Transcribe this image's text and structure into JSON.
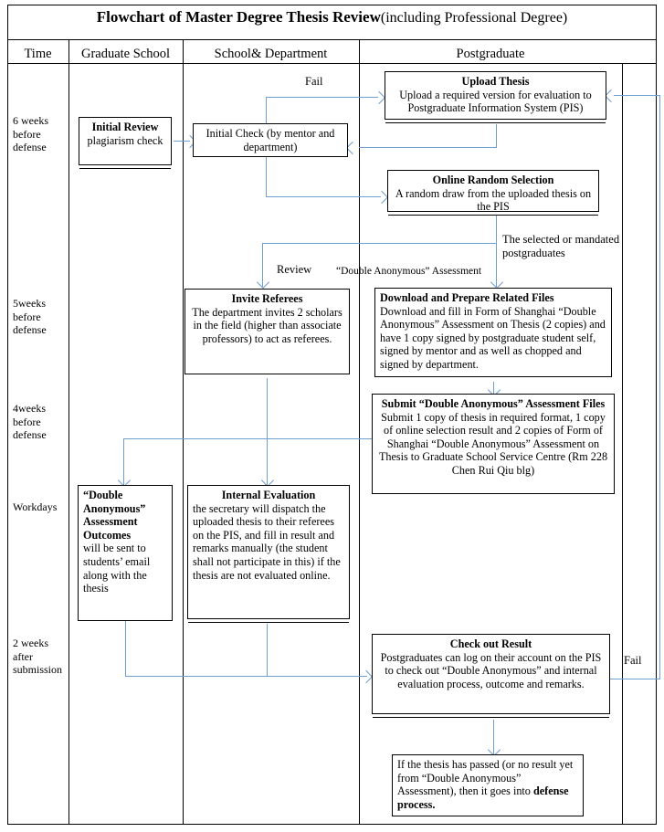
{
  "title": {
    "main": "Flowchart of Master Degree Thesis Review",
    "suffix": "(including Professional Degree)"
  },
  "columns": [
    {
      "key": "time",
      "label": "Time"
    },
    {
      "key": "graduate_school",
      "label": "Graduate School"
    },
    {
      "key": "school_department",
      "label": "School& Department"
    },
    {
      "key": "postgraduate",
      "label": "Postgraduate"
    }
  ],
  "time_labels": [
    {
      "id": "t1",
      "text": "6 weeks before defense"
    },
    {
      "id": "t2",
      "text": "5weeks before defense"
    },
    {
      "id": "t3",
      "text": "4weeks before defense"
    },
    {
      "id": "t4",
      "text": "Workdays"
    },
    {
      "id": "t5",
      "text": "2 weeks after submission"
    }
  ],
  "boxes": {
    "initial_review": {
      "title": "Initial Review",
      "body": "plagiarism check"
    },
    "initial_check": {
      "title": "",
      "body": "Initial Check (by mentor and department)"
    },
    "upload_thesis": {
      "title": "Upload Thesis",
      "body": "Upload a required version for evaluation to Postgraduate Information System (PIS)"
    },
    "online_random_selection": {
      "title": "Online Random Selection",
      "body": "A random draw from the uploaded thesis on the PIS"
    },
    "invite_referees": {
      "title": "Invite Referees",
      "body": "The department invites 2 scholars in the field (higher than associate professors) to act as referees."
    },
    "download_prepare": {
      "title": "Download and Prepare Related Files",
      "body": "Download and fill in Form of Shanghai “Double Anonymous” Assessment on Thesis (2 copies) and have 1 copy signed by postgraduate student self, signed by mentor and as well as chopped and signed by department."
    },
    "submit_files": {
      "title": "Submit “Double Anonymous” Assessment Files",
      "body": "Submit 1 copy of thesis in required format, 1 copy of online selection result and 2 copies of Form of Shanghai “Double Anonymous” Assessment on Thesis to Graduate School Service Centre (Rm 228 Chen Rui Qiu blg)"
    },
    "assessment_outcomes": {
      "title": "“Double Anonymous” Assessment Outcomes",
      "body": "will be sent to students’ email along with the thesis"
    },
    "internal_evaluation": {
      "title": "Internal Evaluation",
      "body": "the secretary will dispatch the uploaded thesis to their referees on the PIS, and fill in result and remarks manually (the student shall not participate in this) if the thesis are not evaluated online."
    },
    "check_out_result": {
      "title": "Check out Result",
      "body": "Postgraduates can log on their account on the PIS to check out “Double Anonymous” and internal evaluation process, outcome and remarks."
    },
    "defense_note": {
      "title": "",
      "body": "If the thesis has passed (or no result yet from “Double Anonymous” Assessment), then it goes into ",
      "bold_tail": "defense process."
    }
  },
  "edge_labels": [
    {
      "id": "fail_top",
      "text": "Fail"
    },
    {
      "id": "selected_mandated",
      "text": "The selected or mandated postgraduates"
    },
    {
      "id": "review",
      "text": "Review"
    },
    {
      "id": "double_anonymous_assessment",
      "text": "“Double Anonymous” Assessment"
    },
    {
      "id": "fail_bottom",
      "text": "Fail"
    }
  ],
  "colors": {
    "connector": "#6f9ed1",
    "border": "#000000",
    "background": "#ffffff"
  }
}
